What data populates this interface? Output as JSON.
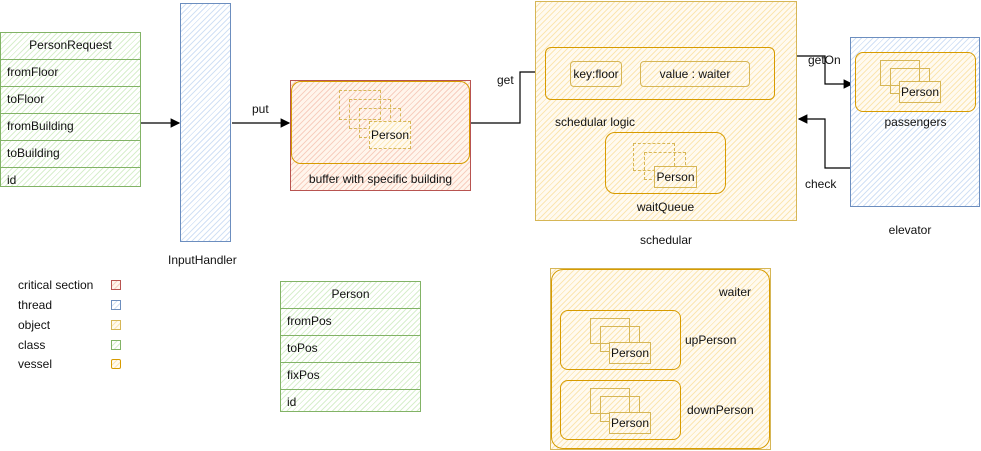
{
  "person_request": {
    "title": "PersonRequest",
    "fields": [
      "fromFloor",
      "toFloor",
      "fromBuilding",
      "toBuilding",
      "id"
    ]
  },
  "person_class": {
    "title": "Person",
    "fields": [
      "fromPos",
      "toPos",
      "fixPos",
      "id"
    ]
  },
  "input_handler": {
    "label": "InputHandler"
  },
  "buffer": {
    "label": "buffer with specific building",
    "person_label": "Person"
  },
  "edges": {
    "put": "put",
    "get": "get",
    "get_on": "getOn",
    "check": "check"
  },
  "schedular": {
    "label": "schedular",
    "logic_label": "schedular logic",
    "key_label": "key:floor",
    "value_label": "value : waiter",
    "wait_queue_label": "waitQueue",
    "person_label": "Person"
  },
  "elevator": {
    "label": "elevator",
    "passengers_label": "passengers",
    "person_label": "Person"
  },
  "waiter": {
    "label": "waiter",
    "up_label": "upPerson",
    "down_label": "downPerson",
    "up_person_label": "Person",
    "down_person_label": "Person"
  },
  "legend": {
    "items": [
      {
        "label": "critical section",
        "color": "#b85450"
      },
      {
        "label": "thread",
        "color": "#6c8ebf"
      },
      {
        "label": "object",
        "color": "#d6b656"
      },
      {
        "label": "class",
        "color": "#82b366"
      },
      {
        "label": "vessel",
        "color": "#d79b00"
      }
    ]
  }
}
